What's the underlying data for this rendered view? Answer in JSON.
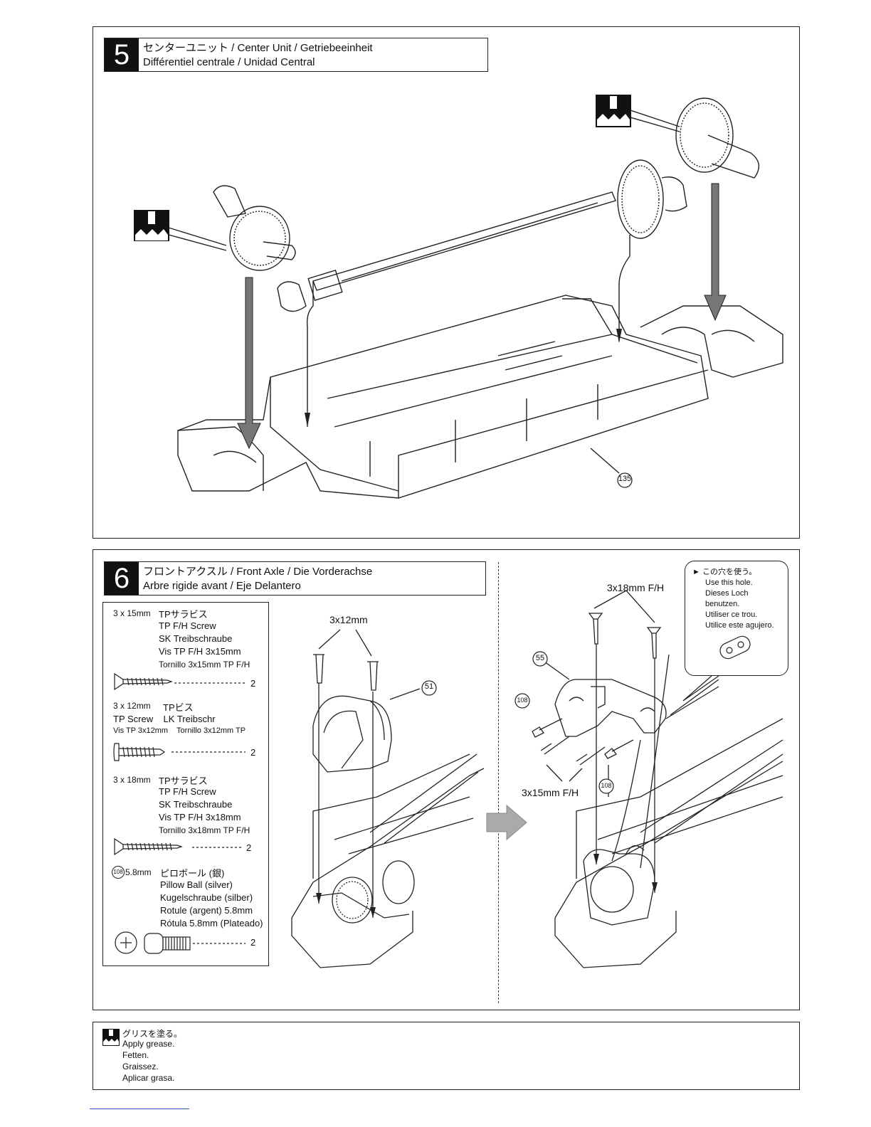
{
  "step5": {
    "number": "5",
    "title_line1": "センターユニット / Center Unit / Getriebeeinheit",
    "title_line2": "Différentiel centrale / Unidad Central",
    "part_callout": "135"
  },
  "step6": {
    "number": "6",
    "title_line1": "フロントアクスル / Front Axle / Die Vorderachse",
    "title_line2": "Arbre rigide avant / Eje Delantero",
    "parts": {
      "p1": {
        "size": "3 x 15mm",
        "jp": "TPサラビス",
        "en": "TP F/H Screw",
        "de": "SK Treibschraube",
        "fr": "Vis TP F/H 3x15mm",
        "es": "Tornillo 3x15mm TP F/H",
        "qty": "2"
      },
      "p2": {
        "size": "3 x 12mm",
        "jp": "TPビス",
        "en_de": "TP Screw    LK Treibschr",
        "fr_es": "Vis TP 3x12mm    Tornillo 3x12mm TP",
        "qty": "2"
      },
      "p3": {
        "size": "3 x 18mm",
        "jp": "TPサラビス",
        "en": "TP F/H Screw",
        "de": "SK Treibschraube",
        "fr": "Vis TP F/H 3x18mm",
        "es": "Tornillo 3x18mm TP F/H",
        "qty": "2"
      },
      "p4": {
        "id": "108",
        "size": "5.8mm",
        "jp": "ピロボール (銀)",
        "en": "Pillow Ball (silver)",
        "de": "Kugelschraube (silber)",
        "fr": "Rotule (argent) 5.8mm",
        "es": "Rótula 5.8mm (Plateado)",
        "qty": "2"
      }
    },
    "labels": {
      "screw_12": "3x12mm",
      "part_51": "51",
      "screw_18": "3x18mm F/H",
      "screw_15": "3x15mm F/H",
      "part_55": "55",
      "part_108": "108"
    },
    "hole_note": {
      "jp": "この穴を使う。",
      "en": "Use this hole.",
      "de": "Dieses Loch benutzen.",
      "fr": "Utiliser ce trou.",
      "es": "Utilice este agujero."
    }
  },
  "legend": {
    "jp": "グリスを塗る。",
    "en": "Apply grease.",
    "de": "Fetten.",
    "fr": "Graissez.",
    "es": "Aplicar grasa."
  }
}
